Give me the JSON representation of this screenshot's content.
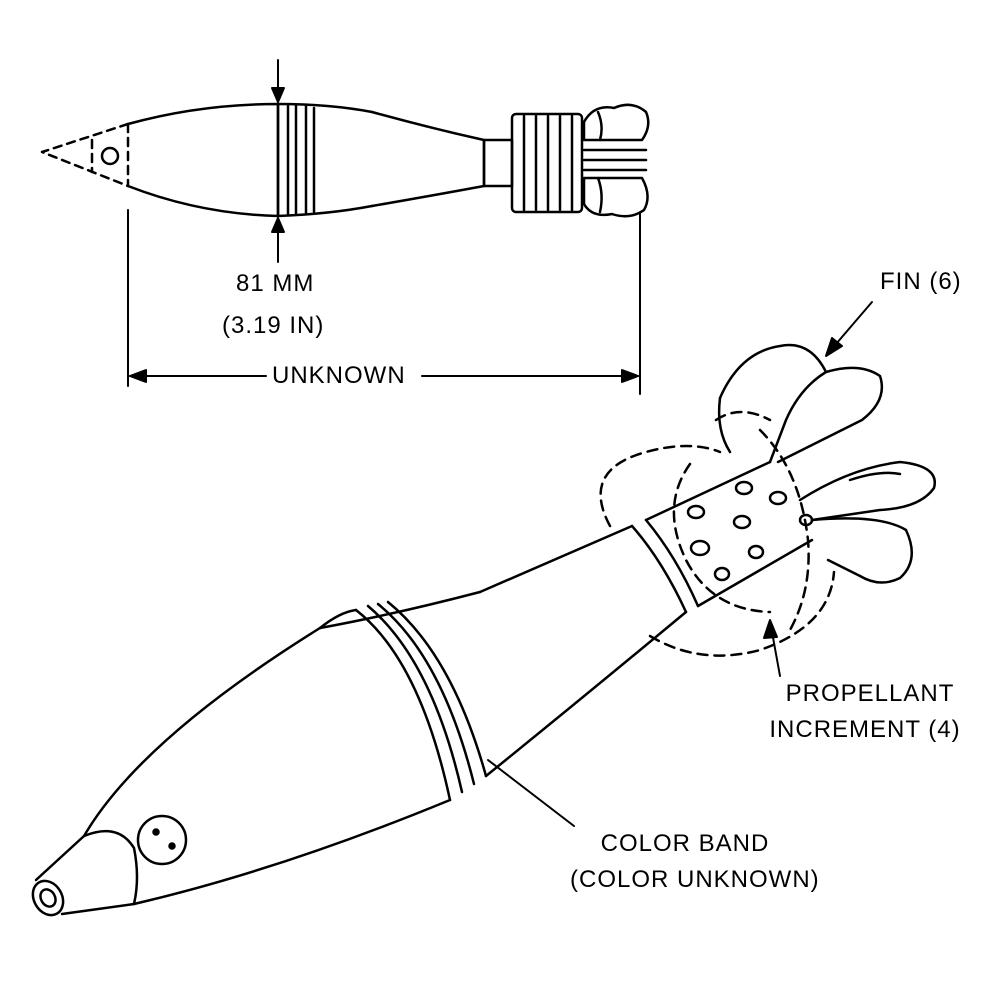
{
  "diagram": {
    "labels": {
      "caliber_mm": "81 MM",
      "caliber_in": "(3.19 IN)",
      "length": "UNKNOWN",
      "fin": "FIN (6)",
      "propellant_line1": "PROPELLANT",
      "propellant_line2": "INCREMENT (4)",
      "color_band_line1": "COLOR BAND",
      "color_band_line2": "(COLOR UNKNOWN)"
    },
    "colors": {
      "ink": "#000000",
      "paper": "#ffffff"
    }
  }
}
